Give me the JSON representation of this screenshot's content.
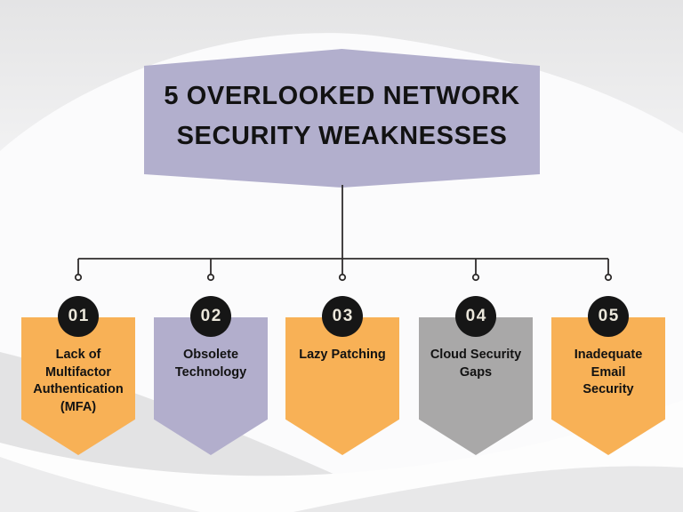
{
  "title": {
    "text": "5 OVERLOOKED NETWORK\nSECURITY WEAKNESSES"
  },
  "items": [
    {
      "number": "01",
      "label": "Lack of\nMultifactor\nAuthentication\n(MFA)",
      "color": "#F8B156"
    },
    {
      "number": "02",
      "label": "Obsolete\nTechnology",
      "color": "#B2AECC"
    },
    {
      "number": "03",
      "label": "Lazy Patching",
      "color": "#F8B156"
    },
    {
      "number": "04",
      "label": "Cloud Security\nGaps",
      "color": "#A9A8A8"
    },
    {
      "number": "05",
      "label": "Inadequate\nEmail\nSecurity",
      "color": "#F8B156"
    }
  ],
  "colors": {
    "banner": "#B2AFCD",
    "number_circle": "#161616",
    "number_text": "#EBE7DB",
    "connector_line": "#2F2C2C",
    "text": "#121212",
    "background_base": "#eaeaeb",
    "accent_orange": "#F8B156",
    "accent_lavender": "#B2AECC",
    "accent_gray": "#A9A8A8"
  }
}
